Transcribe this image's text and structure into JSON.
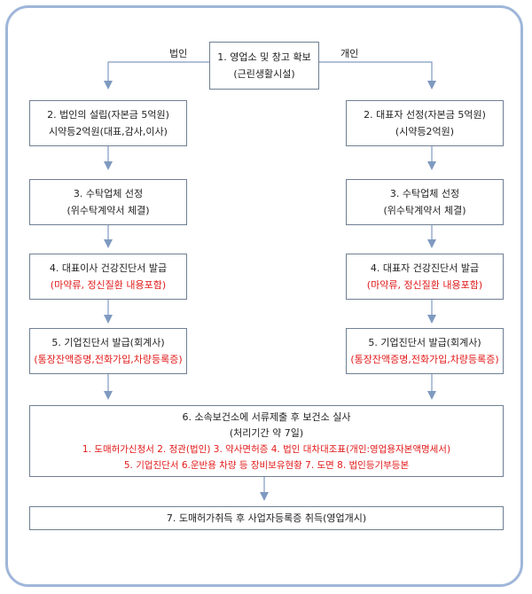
{
  "split_labels": {
    "left": "법인",
    "right": "개인"
  },
  "top_box": {
    "line1": "1. 영업소 및 창고 확보",
    "line2": "(근린생활시설)"
  },
  "left_column": {
    "step2": {
      "line1": "2. 법인의 설립(자본금 5억원)",
      "line2": "시약등2억원(대표,감사,이사)"
    },
    "step3": {
      "line1": "3. 수탁업체 선정",
      "line2": "(위수탁계약서 체결)"
    },
    "step4": {
      "line1": "4. 대표이사 건강진단서 발급",
      "line2": "(마약류, 정신질환 내용포함)"
    },
    "step5": {
      "line1": "5. 기업진단서 발급(회계사)",
      "line2": "(통장잔액증명,전화가입,차량등록증)"
    }
  },
  "right_column": {
    "step2": {
      "line1": "2. 대표자 선정(자본금 5억원)",
      "line2": "(시약등2억원)"
    },
    "step3": {
      "line1": "3. 수탁업체 선정",
      "line2": "(위수탁계약서 체결)"
    },
    "step4": {
      "line1": "4. 대표자 건강진단서 발급",
      "line2": "(마약류, 정신질환 내용포함)"
    },
    "step5": {
      "line1": "5. 기업진단서 발급(회계사)",
      "line2": "(통장잔액증명,전화가입,차량등록증)"
    }
  },
  "step6": {
    "line1": "6. 소속보건소에 서류제출 후 보건소 실사",
    "line2": "(처리기간 약 7일)",
    "line3": "1. 도매허가신청서  2. 정관(법인)  3. 약사면허증  4. 법인 대차대조표(개인:영업용자본액명세서)",
    "line4": "5. 기업진단서  6.운반용 차량 등 장비보유현황  7. 도면  8. 법인등기부등본"
  },
  "step7": {
    "line1": "7. 도매허가취득 후 사업자등록증 취득(영업개시)"
  },
  "colors": {
    "border": "#9fb6d9",
    "arrow": "#7f9ac0",
    "highlight": "#e21a1a",
    "box_border": "#6f7f93"
  }
}
